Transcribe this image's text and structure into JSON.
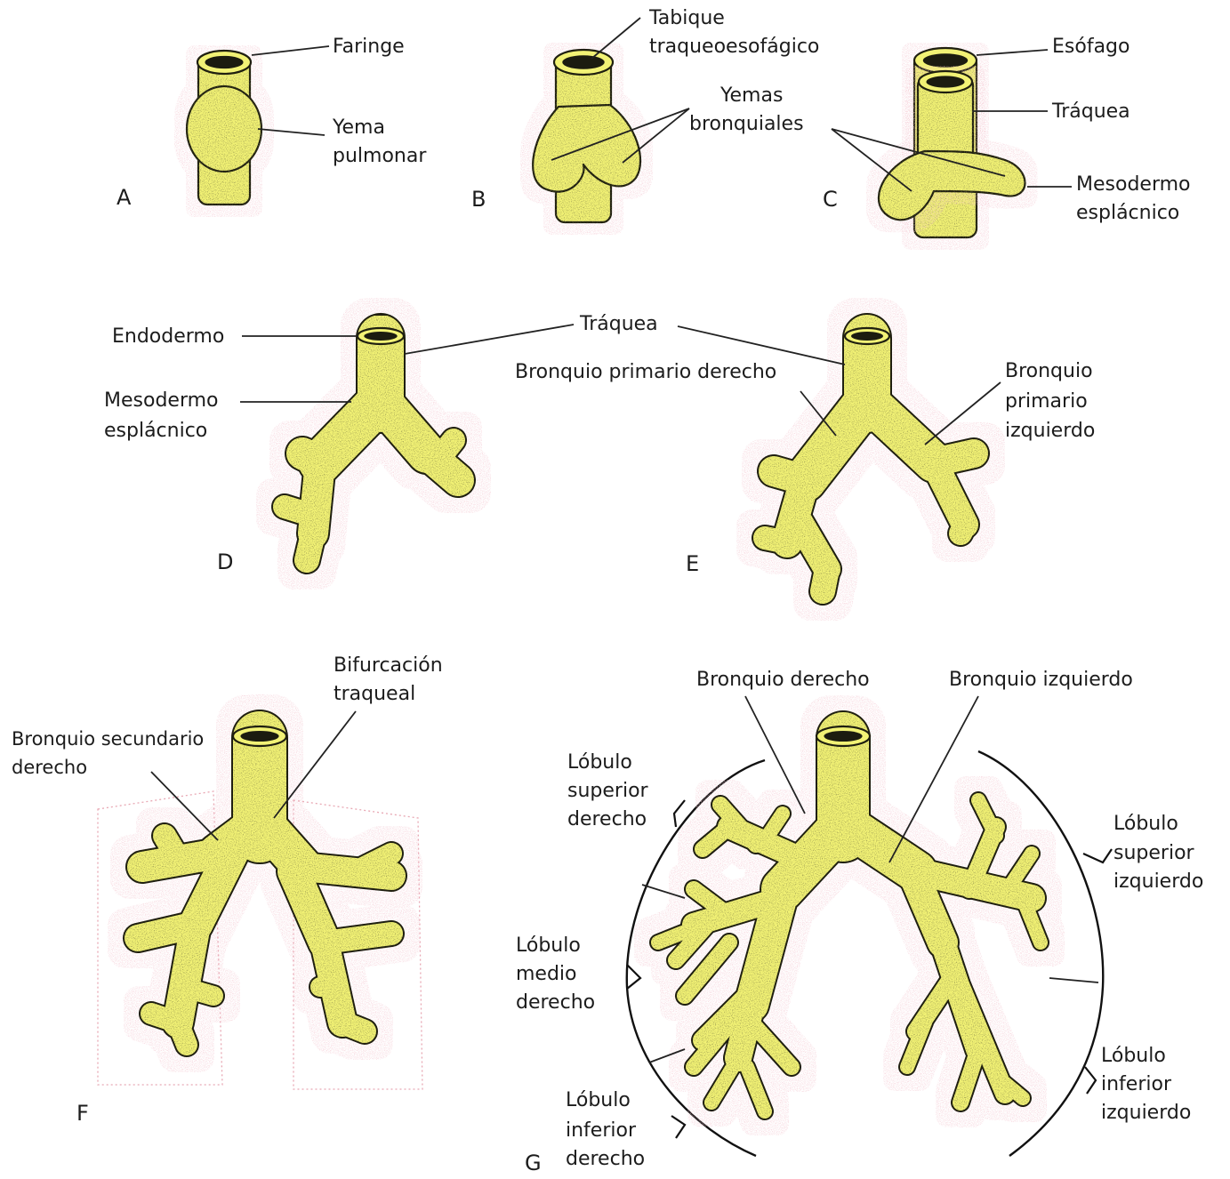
{
  "colors": {
    "tissue": "#f2f275",
    "outline": "#1f1f10",
    "mesoderm": "#e8a7b3",
    "leader": "#222222"
  },
  "panels": {
    "A": "A",
    "B": "B",
    "C": "C",
    "D": "D",
    "E": "E",
    "F": "F",
    "G": "G"
  },
  "labels": {
    "faringe": "Faringe",
    "yema_pulmonar": [
      "Yema",
      "pulmonar"
    ],
    "tabique": [
      "Tabique",
      "traqueoesofágico"
    ],
    "yemas_bronquiales": [
      "Yemas",
      "bronquiales"
    ],
    "esofago": "Esófago",
    "traquea_c": "Tráquea",
    "mesodermo_c": [
      "Mesodermo",
      "esplácnico"
    ],
    "endodermo": "Endodermo",
    "mesodermo_d": [
      "Mesodermo",
      "esplácnico"
    ],
    "traquea_de": "Tráquea",
    "bronquio_primario_derecho": "Bronquio primario derecho",
    "bronquio_primario_izquierdo": [
      "Bronquio",
      "primario",
      "izquierdo"
    ],
    "bifurcacion": [
      "Bifurcación",
      "traqueal"
    ],
    "bronquio_secundario": [
      "Bronquio secundario",
      "derecho"
    ],
    "bronquio_derecho": "Bronquio derecho",
    "bronquio_izquierdo": "Bronquio izquierdo",
    "lobulo_sup_der": [
      "Lóbulo",
      "superior",
      "derecho"
    ],
    "lobulo_medio_der": [
      "Lóbulo",
      "medio",
      "derecho"
    ],
    "lobulo_inf_der": [
      "Lóbulo",
      "inferior",
      "derecho"
    ],
    "lobulo_sup_izq": [
      "Lóbulo",
      "superior",
      "izquierdo"
    ],
    "lobulo_inf_izq": [
      "Lóbulo",
      "inferior",
      "izquierdo"
    ]
  }
}
